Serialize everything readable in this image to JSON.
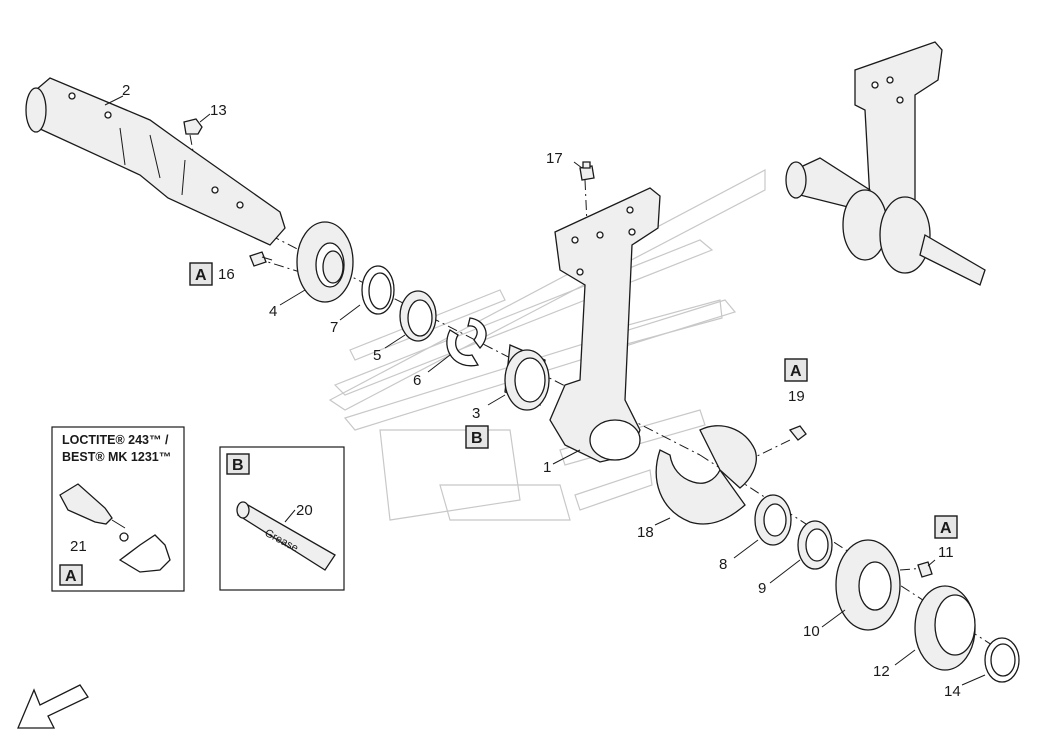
{
  "callouts": [
    {
      "id": "c1",
      "text": "1"
    },
    {
      "id": "c2",
      "text": "2"
    },
    {
      "id": "c3",
      "text": "3"
    },
    {
      "id": "c4",
      "text": "4"
    },
    {
      "id": "c5",
      "text": "5"
    },
    {
      "id": "c6",
      "text": "6"
    },
    {
      "id": "c7",
      "text": "7"
    },
    {
      "id": "c8",
      "text": "8"
    },
    {
      "id": "c9",
      "text": "9"
    },
    {
      "id": "c10",
      "text": "10"
    },
    {
      "id": "c11",
      "text": "11"
    },
    {
      "id": "c12",
      "text": "12"
    },
    {
      "id": "c13",
      "text": "13"
    },
    {
      "id": "c14",
      "text": "14"
    },
    {
      "id": "c16",
      "text": "16"
    },
    {
      "id": "c17",
      "text": "17"
    },
    {
      "id": "c18",
      "text": "18"
    },
    {
      "id": "c19",
      "text": "19"
    },
    {
      "id": "c20",
      "text": "20"
    },
    {
      "id": "c21",
      "text": "21"
    }
  ],
  "reference_boxes": {
    "A": "A",
    "B": "B"
  },
  "loctite_panel": {
    "line1": "LOCTITE® 243™ /",
    "line2": "BEST® MK 1231™",
    "part_number": "21",
    "tag": "A"
  },
  "grease_panel": {
    "tag": "B",
    "part_number": "20",
    "label": "Grease"
  }
}
